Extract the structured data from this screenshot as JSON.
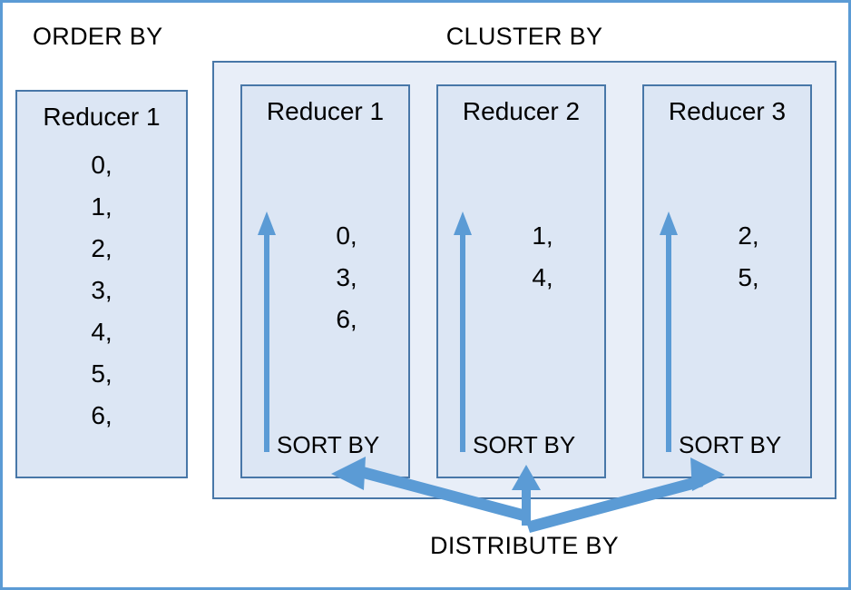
{
  "diagram": {
    "title_order_by": "ORDER BY",
    "title_cluster_by": "CLUSTER BY",
    "title_distribute_by": "DISTRIBUTE BY",
    "sort_by_label": "SORT BY",
    "colors": {
      "outer_border": "#5B9BD5",
      "arrow": "#5B9BD5",
      "box_fill": "#DCE6F4",
      "container_fill": "#E8EEF8",
      "box_border": "#4877A8",
      "text": "#000000"
    }
  },
  "order_by": {
    "reducer_label": "Reducer 1",
    "values": "0,\n1,\n2,\n3,\n4,\n5,\n6,"
  },
  "cluster_by": {
    "reducers": [
      {
        "label": "Reducer 1",
        "values": "0,\n3,\n6,",
        "sort_by": "SORT BY"
      },
      {
        "label": "Reducer 2",
        "values": "1,\n4,",
        "sort_by": "SORT BY"
      },
      {
        "label": "Reducer 3",
        "values": "2,\n5,",
        "sort_by": "SORT BY"
      }
    ]
  }
}
